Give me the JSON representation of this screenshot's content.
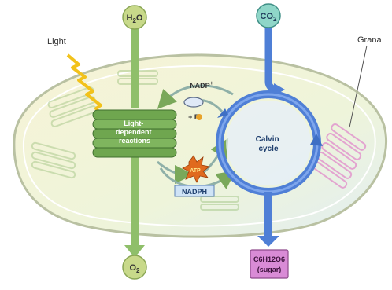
{
  "labels": {
    "water": "H2O",
    "water_main": "H",
    "water_sub": "2",
    "water_tail": "O",
    "carbon_dioxide_main": "CO",
    "carbon_dioxide_sub": "2",
    "oxygen_main": "O",
    "oxygen_sub": "2",
    "light": "Light",
    "grana": "Grana",
    "light_reactions_line1": "Light-",
    "light_reactions_line2": "dependent",
    "light_reactions_line3": "reactions",
    "calvin_line1": "Calvin",
    "calvin_line2": "cycle",
    "nadp_main": "NADP",
    "nadp_sup": "+",
    "phosphate": "+ P",
    "atp": "ATP",
    "nadph": "NADPH",
    "sugar_formula": "C6H12O6",
    "sugar_name": "(sugar)"
  },
  "colors": {
    "chloroplast_fill": "#f3f6d8",
    "green_arrow": "#8fbf6a",
    "blue_arrow": "#4f7fd6",
    "atp_burst": "#e06a1e",
    "sugar_box": "#d98bd6",
    "light_bolt": "#f2c21b",
    "grana_stack": "#6fa64f"
  }
}
